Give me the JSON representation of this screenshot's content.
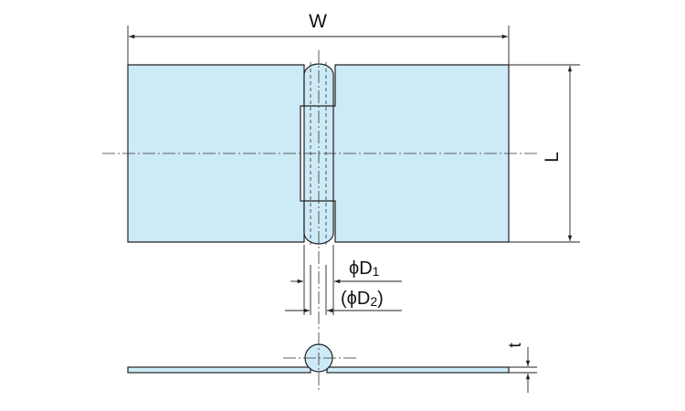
{
  "labels": {
    "width": "W",
    "length": "L",
    "d1_prefix": "ϕD",
    "d1_sub": "1",
    "d2_prefix": "(ϕD",
    "d2_sub": "2",
    "d2_suffix": ")",
    "thickness": "t"
  },
  "colors": {
    "leaf_fill": "#cdeaf7",
    "line": "#222222"
  }
}
